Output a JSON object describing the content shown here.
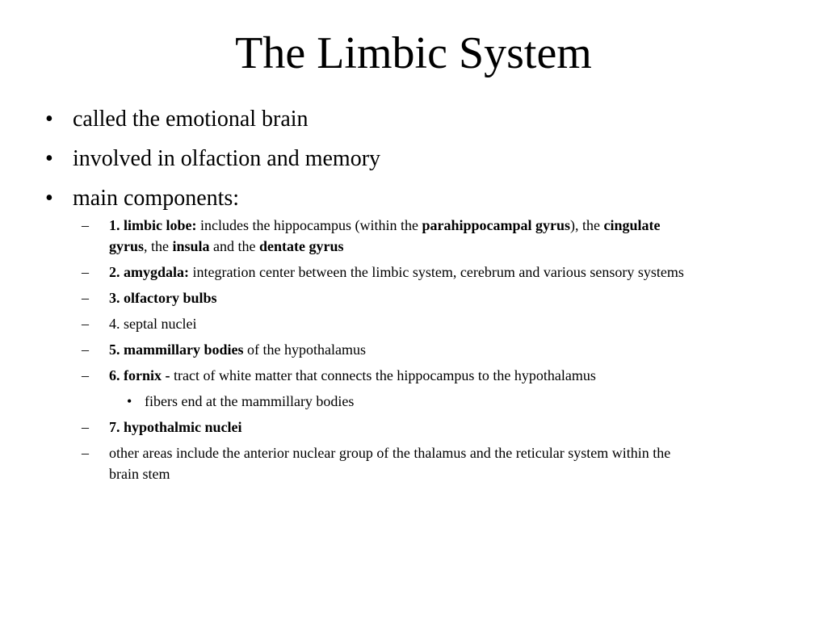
{
  "slide": {
    "title": "The Limbic System",
    "bullets": [
      "called the emotional brain",
      "involved in olfaction and memory",
      "main components:"
    ],
    "components": {
      "c1": {
        "b1": "1. limbic lobe:",
        "t1": " includes the hippocampus (within the ",
        "b2": "parahippocampal gyrus",
        "t2": "), the ",
        "b3": "cingulate gyrus",
        "t3": ", the ",
        "b4": "insula",
        "t4": " and the ",
        "b5": "dentate gyrus"
      },
      "c2": {
        "b1": "2. amygdala:",
        "t1": " integration center between the limbic system, cerebrum and various sensory systems"
      },
      "c3": {
        "b1": "3. olfactory bulbs"
      },
      "c4": {
        "t1": "4. septal nuclei"
      },
      "c5": {
        "b1": "5. mammillary bodies",
        "t1": " of the hypothalamus"
      },
      "c6": {
        "b1": "6. fornix - ",
        "t1": " tract of white matter that connects the hippocampus to the hypothalamus",
        "sub": "fibers end at the mammillary bodies"
      },
      "c7": {
        "b1": "7. hypothalmic nuclei"
      },
      "c8": {
        "t1": "other areas include the anterior nuclear group of the thalamus and the reticular system within the brain stem"
      }
    },
    "marks": {
      "bullet": "•",
      "dash": "–"
    }
  }
}
